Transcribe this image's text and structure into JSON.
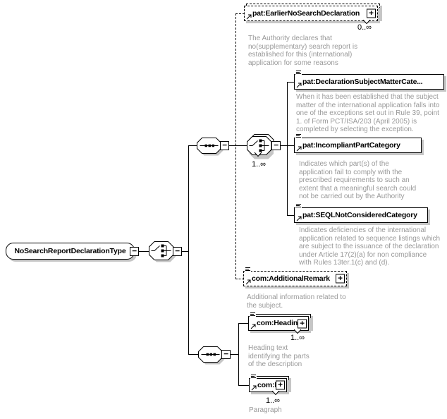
{
  "diagram": {
    "root": {
      "label": "NoSearchReportDeclarationType"
    },
    "icons": {
      "expand": "+",
      "collapse": "−"
    },
    "colors": {
      "line": "#000000",
      "shadow": "#c6c6c6",
      "doc_text": "#999999",
      "box_bg": "#ffffff"
    },
    "compositors": {
      "root_choice": {
        "type": "choice"
      },
      "top_sequence": {
        "type": "sequence"
      },
      "inner_choice": {
        "type": "choice",
        "cardinality": "1..∞"
      },
      "bottom_sequence": {
        "type": "sequence"
      }
    },
    "elements": {
      "earlier": {
        "label": "pat:EarlierNoSearchDeclaration",
        "cardinality": "0..∞",
        "doc": "The Authority declares that\nno(supplementary) search report is\nestablished for this (international)\napplication for some reasons"
      },
      "subject_matter": {
        "label": "pat:DeclarationSubjectMatterCate...",
        "doc": "When it has been established that the subject\nmatter of the international application falls into\none of the exceptions set out in Rule 39, point\n1. of Form PCT/ISA/203 (April 2005) is\ncompleted by selecting the exception."
      },
      "incompliant": {
        "label": "pat:IncompliantPartCategory",
        "doc": "Indicates which part(s) of the\napplication fail to comply with the\nprescribed requirements to such an\nextent that a meaningful search could\nnot be carried out by the Authority"
      },
      "seql": {
        "label": "pat:SEQLNotConsideredCategory",
        "doc": "Indicates deficiencies of the international\napplication related to sequence listings which\nare subject to the issuance of the declaration\nunder Article 17(2)(a) for non compliance\nwith Rules 13ter.1(c) and (d)."
      },
      "additional_remark": {
        "label": "com:AdditionalRemark",
        "doc": "Additional information related to\nthe subject."
      },
      "heading": {
        "label": "com:Heading",
        "cardinality": "1..∞",
        "doc": "Heading text\nidentifying the parts\nof the description"
      },
      "p": {
        "label": "com:P",
        "cardinality": "1..∞",
        "doc": "Paragraph"
      }
    }
  }
}
